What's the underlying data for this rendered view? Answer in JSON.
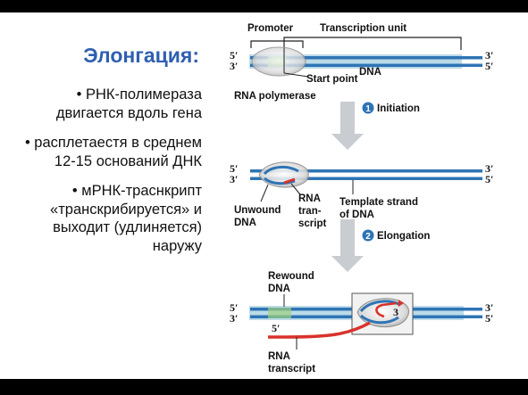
{
  "slide": {
    "title": "Элонгация:",
    "bullets": [
      "• РНК-полимераза двигается вдоль гена",
      "• расплетаестя в среднем 12-15 оснований ДНК",
      "• мРНК-траснкрипт «транскрибируется» и выходит (удлиняется) наружу"
    ]
  },
  "diagram": {
    "strand_ends": {
      "five_prime": "5′",
      "three_prime": "3′"
    },
    "stage1": {
      "promoter": "Promoter",
      "transcription_unit": "Transcription unit",
      "start_point": "Start point",
      "dna": "DNA",
      "rna_polymerase": "RNA polymerase"
    },
    "step1": {
      "number": "1",
      "label": "Initiation"
    },
    "stage2": {
      "unwound_dna_1": "Unwound",
      "unwound_dna_2": "DNA",
      "rna_transcript_1": "RNA",
      "rna_transcript_2": "tran-",
      "rna_transcript_3": "script",
      "template_strand_1": "Template strand",
      "template_strand_2": "of DNA"
    },
    "step2": {
      "number": "2",
      "label": "Elongation"
    },
    "stage3": {
      "rewound_dna_1": "Rewound",
      "rewound_dna_2": "DNA",
      "three_prime_end": "3",
      "five_prime_end": "5′",
      "rna_transcript_1": "RNA",
      "rna_transcript_2": "transcript"
    },
    "colors": {
      "dna_strand": "#2e74b5",
      "dna_light": "#bcdbe9",
      "rna": "#d9322b",
      "arrow": "#c9ccd0",
      "step_badge": "#2e74b5"
    }
  }
}
